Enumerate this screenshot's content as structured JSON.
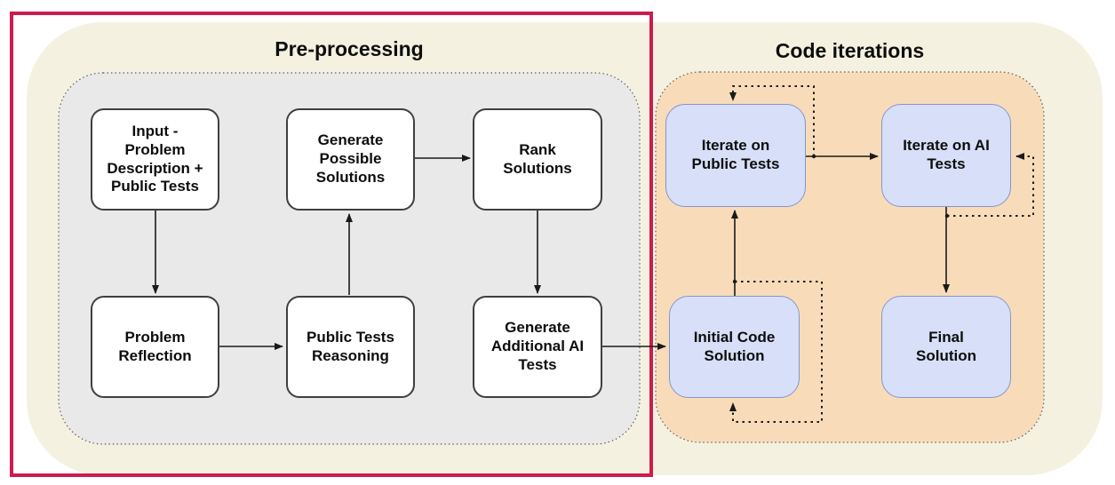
{
  "figure": {
    "sections": [
      {
        "id": "preprocessing",
        "title": "Pre-processing",
        "nodes": [
          {
            "id": "input",
            "label": "Input -\nProblem\nDescription +\nPublic Tests"
          },
          {
            "id": "generate-possible-solutions",
            "label": "Generate\nPossible\nSolutions"
          },
          {
            "id": "rank-solutions",
            "label": "Rank\nSolutions"
          },
          {
            "id": "problem-reflection",
            "label": "Problem\nReflection"
          },
          {
            "id": "public-tests-reasoning",
            "label": "Public Tests\nReasoning"
          },
          {
            "id": "generate-additional-ai-tests",
            "label": "Generate\nAdditional AI\nTests"
          }
        ]
      },
      {
        "id": "code-iterations",
        "title": "Code iterations",
        "nodes": [
          {
            "id": "iterate-on-public-tests",
            "label": "Iterate on\nPublic Tests"
          },
          {
            "id": "iterate-on-ai-tests",
            "label": "Iterate on AI\nTests"
          },
          {
            "id": "initial-code-solution",
            "label": "Initial Code\nSolution"
          },
          {
            "id": "final-solution",
            "label": "Final\nSolution"
          }
        ]
      }
    ]
  },
  "colors": {
    "background_panel": "#f5f1e0",
    "preprocessing_fill": "#e9e9e9",
    "code_iterations_fill": "#f8dcb9",
    "container_dot_border": "#5f5f5f",
    "node_white_fill": "#ffffff",
    "node_white_border": "#3f3f3f",
    "node_blue_fill": "#d7e0f8",
    "node_blue_border": "#8595cc",
    "highlight_frame": "#d01a4e",
    "arrow": "#1a1a1a"
  }
}
